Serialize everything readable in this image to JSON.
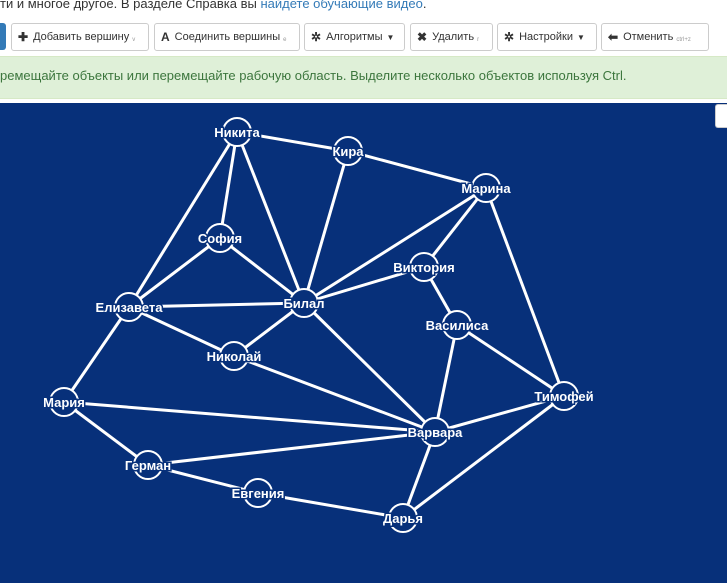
{
  "intro": {
    "text": "ти и многое другое. В разделе Справка вы ",
    "link": "найдете обучающие видео",
    "end": "."
  },
  "toolbar": {
    "buttons": [
      {
        "icon": "✚",
        "label": "Добавить вершину",
        "shortcut": "v"
      },
      {
        "icon": "A",
        "label": "Соединить вершины",
        "shortcut": "e"
      },
      {
        "icon": "✲",
        "label": "Алгоритмы",
        "caret": "▼"
      },
      {
        "icon": "✖",
        "label": "Удалить",
        "shortcut": "r"
      },
      {
        "icon": "✲",
        "label": "Настройки",
        "caret": "▼"
      },
      {
        "icon": "⬅",
        "label": "Отменить",
        "shortcut": "ctrl+z"
      }
    ]
  },
  "hint": "ремещайте объекты или перемещайте рабочую область. Выделите несколько объектов используя Ctrl.",
  "graph": {
    "background": "#07307a",
    "edge_color": "#ffffff",
    "vertices": [
      {
        "id": "nikita",
        "label": "Никита"
      },
      {
        "id": "kira",
        "label": "Кира"
      },
      {
        "id": "marina",
        "label": "Марина"
      },
      {
        "id": "sofia",
        "label": "София"
      },
      {
        "id": "viktoria",
        "label": "Виктория"
      },
      {
        "id": "elizaveta",
        "label": "Елизавета"
      },
      {
        "id": "bilal",
        "label": "Билал"
      },
      {
        "id": "vasilisa",
        "label": "Василиса"
      },
      {
        "id": "nikolai",
        "label": "Николай"
      },
      {
        "id": "maria",
        "label": "Мария"
      },
      {
        "id": "timofei",
        "label": "Тимофей"
      },
      {
        "id": "varvara",
        "label": "Варвара"
      },
      {
        "id": "german",
        "label": "Герман"
      },
      {
        "id": "evgenia",
        "label": "Евгения"
      },
      {
        "id": "darya",
        "label": "Дарья"
      }
    ],
    "edges": [
      [
        "nikita",
        "kira"
      ],
      [
        "kira",
        "marina"
      ],
      [
        "nikita",
        "sofia"
      ],
      [
        "nikita",
        "elizaveta"
      ],
      [
        "nikita",
        "bilal"
      ],
      [
        "kira",
        "bilal"
      ],
      [
        "sofia",
        "elizaveta"
      ],
      [
        "sofia",
        "bilal"
      ],
      [
        "marina",
        "viktoria"
      ],
      [
        "marina",
        "bilal"
      ],
      [
        "marina",
        "timofei"
      ],
      [
        "viktoria",
        "bilal"
      ],
      [
        "viktoria",
        "vasilisa"
      ],
      [
        "elizaveta",
        "bilal"
      ],
      [
        "elizaveta",
        "nikolai"
      ],
      [
        "elizaveta",
        "maria"
      ],
      [
        "bilal",
        "nikolai"
      ],
      [
        "bilal",
        "varvara"
      ],
      [
        "nikolai",
        "varvara"
      ],
      [
        "vasilisa",
        "varvara"
      ],
      [
        "vasilisa",
        "timofei"
      ],
      [
        "maria",
        "varvara"
      ],
      [
        "maria",
        "german"
      ],
      [
        "german",
        "varvara"
      ],
      [
        "german",
        "evgenia"
      ],
      [
        "evgenia",
        "darya"
      ],
      [
        "varvara",
        "timofei"
      ],
      [
        "varvara",
        "darya"
      ],
      [
        "timofei",
        "darya"
      ]
    ]
  }
}
